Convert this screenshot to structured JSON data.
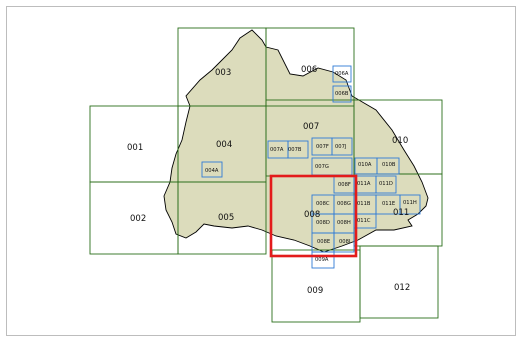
{
  "map": {
    "colors": {
      "territory_fill": "#dcdcbc",
      "territory_border": "#000000",
      "grid_line": "#2b6e1a",
      "subtile_line": "#2f7bd6",
      "highlight": "#e31b1b",
      "background": "#ffffff"
    },
    "large_tiles": [
      {
        "id": "001",
        "label": "001"
      },
      {
        "id": "002",
        "label": "002"
      },
      {
        "id": "003",
        "label": "003"
      },
      {
        "id": "004",
        "label": "004"
      },
      {
        "id": "005",
        "label": "005"
      },
      {
        "id": "006",
        "label": "006"
      },
      {
        "id": "007",
        "label": "007"
      },
      {
        "id": "008",
        "label": "008",
        "selected": true
      },
      {
        "id": "009",
        "label": "009"
      },
      {
        "id": "010",
        "label": "010"
      },
      {
        "id": "011",
        "label": "011"
      },
      {
        "id": "012",
        "label": "012"
      }
    ],
    "sub_tiles": [
      {
        "id": "004A",
        "label": "004A"
      },
      {
        "id": "006A",
        "label": "006A"
      },
      {
        "id": "006B",
        "label": "006B"
      },
      {
        "id": "007A",
        "label": "007A"
      },
      {
        "id": "007B",
        "label": "007B"
      },
      {
        "id": "007F",
        "label": "007F"
      },
      {
        "id": "007J",
        "label": "007J"
      },
      {
        "id": "007G",
        "label": "007G"
      },
      {
        "id": "010A",
        "label": "010A"
      },
      {
        "id": "010B",
        "label": "010B"
      },
      {
        "id": "008F",
        "label": "008F"
      },
      {
        "id": "011A",
        "label": "011A"
      },
      {
        "id": "011D",
        "label": "011D"
      },
      {
        "id": "008C",
        "label": "008C"
      },
      {
        "id": "008G",
        "label": "008G"
      },
      {
        "id": "011B",
        "label": "011B"
      },
      {
        "id": "011E",
        "label": "011E"
      },
      {
        "id": "011H",
        "label": "011H"
      },
      {
        "id": "008D",
        "label": "008D"
      },
      {
        "id": "008H",
        "label": "008H"
      },
      {
        "id": "011C",
        "label": "011C"
      },
      {
        "id": "008E",
        "label": "008E"
      },
      {
        "id": "008I",
        "label": "008I"
      },
      {
        "id": "009A",
        "label": "009A"
      }
    ]
  }
}
